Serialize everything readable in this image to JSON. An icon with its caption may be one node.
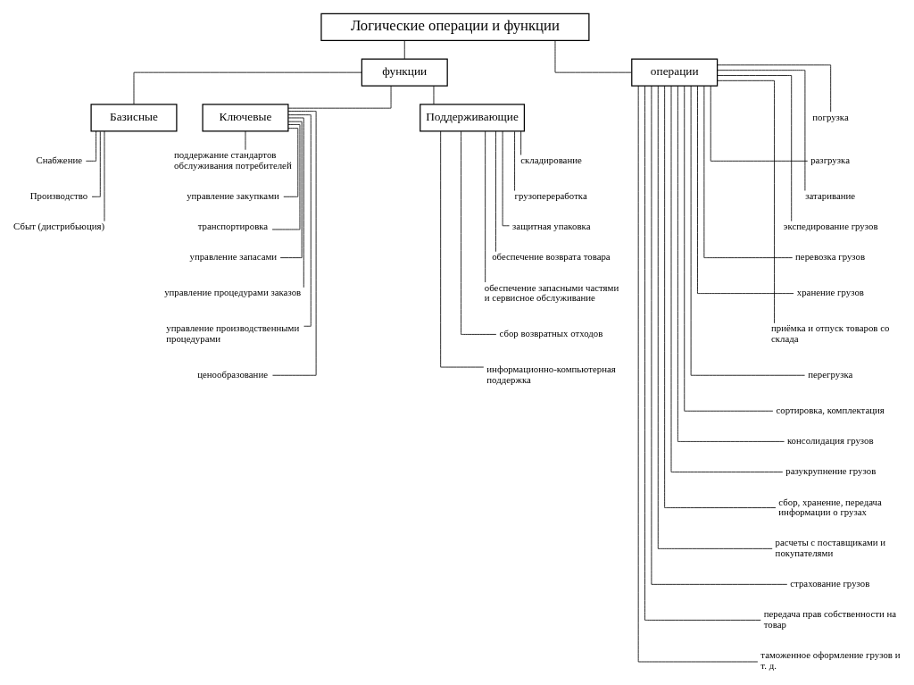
{
  "diagram": {
    "nodes": [
      {
        "text": [
          "Логические операции и функции"
        ]
      },
      {
        "text": [
          "функции"
        ]
      },
      {
        "text": [
          "операции"
        ]
      },
      {
        "text": [
          "Базисные"
        ]
      },
      {
        "text": [
          "Ключевые"
        ]
      },
      {
        "text": [
          "Поддерживающие"
        ]
      },
      {
        "text": [
          "Снабжение"
        ]
      },
      {
        "text": [
          "Производство"
        ]
      },
      {
        "text": [
          "Сбыт (дистрибьюция)"
        ]
      },
      {
        "text": [
          "поддержание стандартов обслуживания потребителей"
        ]
      },
      {
        "text": [
          "управление закупками"
        ]
      },
      {
        "text": [
          "транспортировка"
        ]
      },
      {
        "text": [
          "управление запасами"
        ]
      },
      {
        "text": [
          "управление процедурами заказов"
        ]
      },
      {
        "text": [
          "управление производственными процедурами"
        ]
      },
      {
        "text": [
          "ценообразование"
        ]
      },
      {
        "text": [
          "складирование"
        ]
      },
      {
        "text": [
          "грузопереработка"
        ]
      },
      {
        "text": [
          "защитная упаковка"
        ]
      },
      {
        "text": [
          "обеспечение возврата товара"
        ]
      },
      {
        "text": [
          "обеспечение запасными частями и сервисное обслуживание"
        ]
      },
      {
        "text": [
          "сбор возвратных отходов"
        ]
      },
      {
        "text": [
          "информационно-компьютерная поддержка"
        ]
      },
      {
        "text": [
          "погрузка"
        ]
      },
      {
        "text": [
          "разгрузка"
        ]
      },
      {
        "text": [
          "затаривание"
        ]
      },
      {
        "text": [
          "экспедирование грузов"
        ]
      },
      {
        "text": [
          "перевозка грузов"
        ]
      },
      {
        "text": [
          "хранение грузов"
        ]
      },
      {
        "text": [
          "приёмка и отпуск товаров со склада"
        ]
      },
      {
        "text": [
          "перегрузка"
        ]
      },
      {
        "text": [
          "сортировка, комплектация"
        ]
      },
      {
        "text": [
          "консолидация грузов"
        ]
      },
      {
        "text": [
          "разукрупнение грузов"
        ]
      },
      {
        "text": [
          "сбор, хранение, передача информации о грузах"
        ]
      },
      {
        "text": [
          "расчеты с поставщиками и покупателями"
        ]
      },
      {
        "text": [
          "страхование грузов"
        ]
      },
      {
        "text": [
          "передача прав собственности на товар"
        ]
      },
      {
        "text": [
          "таможенное оформление грузов и т. д."
        ]
      }
    ],
    "edges": [
      {
        "from": 0,
        "to": 1,
        "arrow": "none"
      },
      {
        "from": 0,
        "to": 2,
        "arrow": "none"
      },
      {
        "from": 1,
        "to": 3,
        "arrow": "none"
      },
      {
        "from": 1,
        "to": 4,
        "arrow": "none"
      },
      {
        "from": 1,
        "to": 5,
        "arrow": "none"
      },
      {
        "from": 3,
        "to": 6,
        "arrow": "none"
      },
      {
        "from": 3,
        "to": 7,
        "arrow": "none"
      },
      {
        "from": 3,
        "to": 8,
        "arrow": "none"
      },
      {
        "from": 4,
        "to": 9,
        "arrow": "none"
      },
      {
        "from": 4,
        "to": 10,
        "arrow": "none"
      },
      {
        "from": 4,
        "to": 11,
        "arrow": "none"
      },
      {
        "from": 4,
        "to": 12,
        "arrow": "none"
      },
      {
        "from": 4,
        "to": 13,
        "arrow": "none"
      },
      {
        "from": 4,
        "to": 14,
        "arrow": "none"
      },
      {
        "from": 4,
        "to": 15,
        "arrow": "none"
      },
      {
        "from": 5,
        "to": 16,
        "arrow": "none"
      },
      {
        "from": 5,
        "to": 17,
        "arrow": "none"
      },
      {
        "from": 5,
        "to": 18,
        "arrow": "none"
      },
      {
        "from": 5,
        "to": 19,
        "arrow": "none"
      },
      {
        "from": 5,
        "to": 20,
        "arrow": "none"
      },
      {
        "from": 5,
        "to": 21,
        "arrow": "none"
      },
      {
        "from": 5,
        "to": 22,
        "arrow": "none"
      },
      {
        "from": 2,
        "to": 23,
        "arrow": "none"
      },
      {
        "from": 2,
        "to": 24,
        "arrow": "none"
      },
      {
        "from": 2,
        "to": 25,
        "arrow": "none"
      },
      {
        "from": 2,
        "to": 26,
        "arrow": "none"
      },
      {
        "from": 2,
        "to": 27,
        "arrow": "none"
      },
      {
        "from": 2,
        "to": 28,
        "arrow": "none"
      },
      {
        "from": 2,
        "to": 29,
        "arrow": "none"
      },
      {
        "from": 2,
        "to": 30,
        "arrow": "none"
      },
      {
        "from": 2,
        "to": 31,
        "arrow": "none"
      },
      {
        "from": 2,
        "to": 32,
        "arrow": "none"
      },
      {
        "from": 2,
        "to": 33,
        "arrow": "none"
      },
      {
        "from": 2,
        "to": 34,
        "arrow": "none"
      },
      {
        "from": 2,
        "to": 35,
        "arrow": "none"
      },
      {
        "from": 2,
        "to": 36,
        "arrow": "none"
      },
      {
        "from": 2,
        "to": 37,
        "arrow": "none"
      },
      {
        "from": 2,
        "to": 38,
        "arrow": "none"
      }
    ]
  }
}
